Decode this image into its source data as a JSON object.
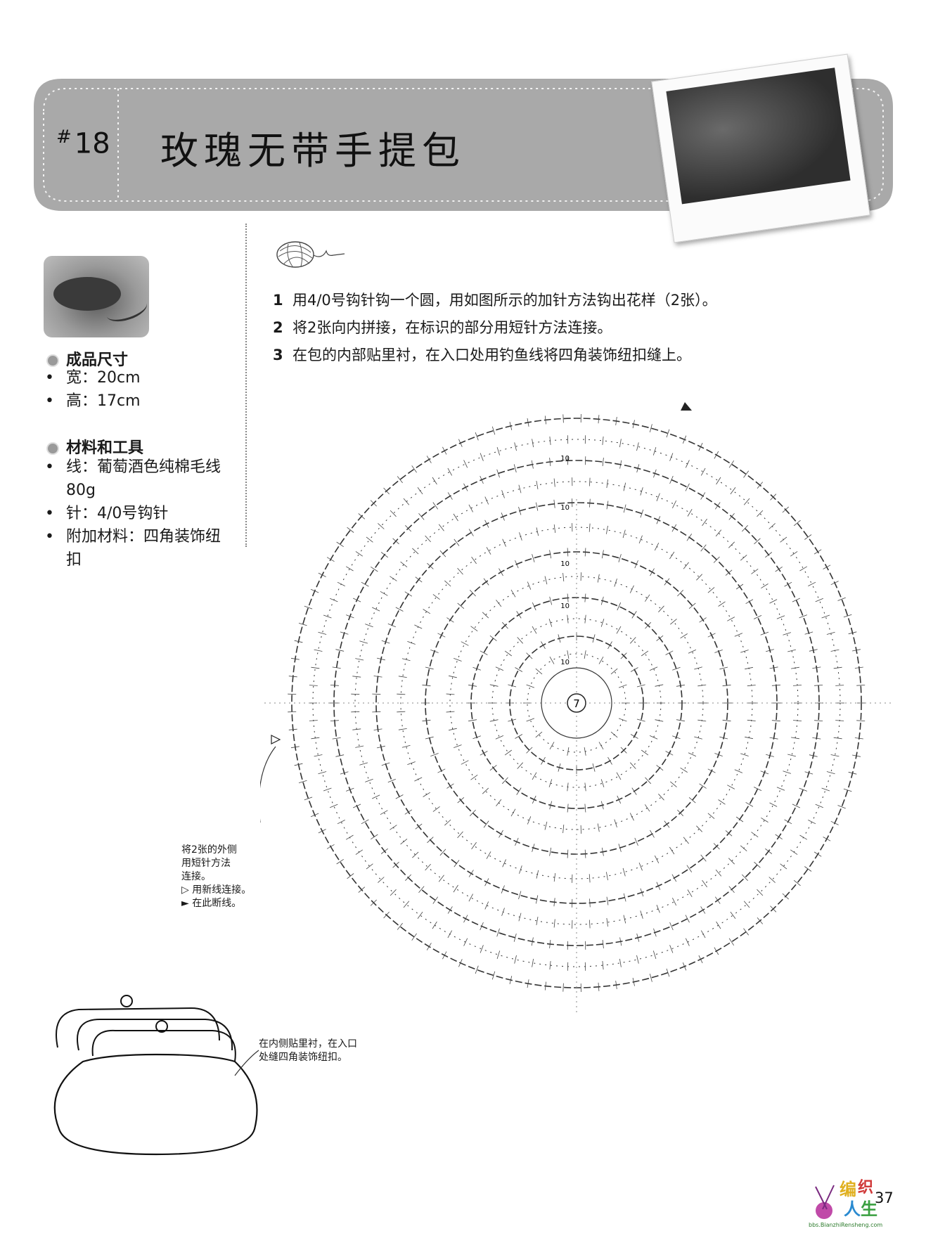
{
  "header": {
    "number_mark": "#",
    "number": "18",
    "title": "玫瑰无带手提包"
  },
  "specs": {
    "size_heading": "成品尺寸",
    "size_items": [
      "宽：20cm",
      "高：17cm"
    ],
    "materials_heading": "材料和工具",
    "materials_items": [
      "线：葡萄酒色纯棉毛线80g",
      "针：4/0号钩针",
      "附加材料：四角装饰纽扣"
    ]
  },
  "steps": [
    {
      "n": "1",
      "text": "用4/0号钩针钩一个圆，用如图所示的加针方法钩出花样（2张）。"
    },
    {
      "n": "2",
      "text": "将2张向内拼接，在标识的部分用短针方法连接。"
    },
    {
      "n": "3",
      "text": "在包的内部贴里衬，在入口处用钓鱼线将四角装饰纽扣缝上。"
    }
  ],
  "chart": {
    "center_label": "7",
    "ring_labels": [
      "10",
      "10",
      "10",
      "10",
      "10"
    ],
    "legend": {
      "line1": "将2张的外侧",
      "line2": "用短针方法",
      "line3": "连接。",
      "open_marker": "用新线连接。",
      "filled_marker": "在此断线。"
    }
  },
  "purse_note": {
    "line1": "在内侧贴里衬，在入口",
    "line2": "处缝四角装饰纽扣。"
  },
  "footer": {
    "page_number": "37",
    "logo_text": "编织人生",
    "site": "bbs.BianzhiRensheng.com"
  }
}
